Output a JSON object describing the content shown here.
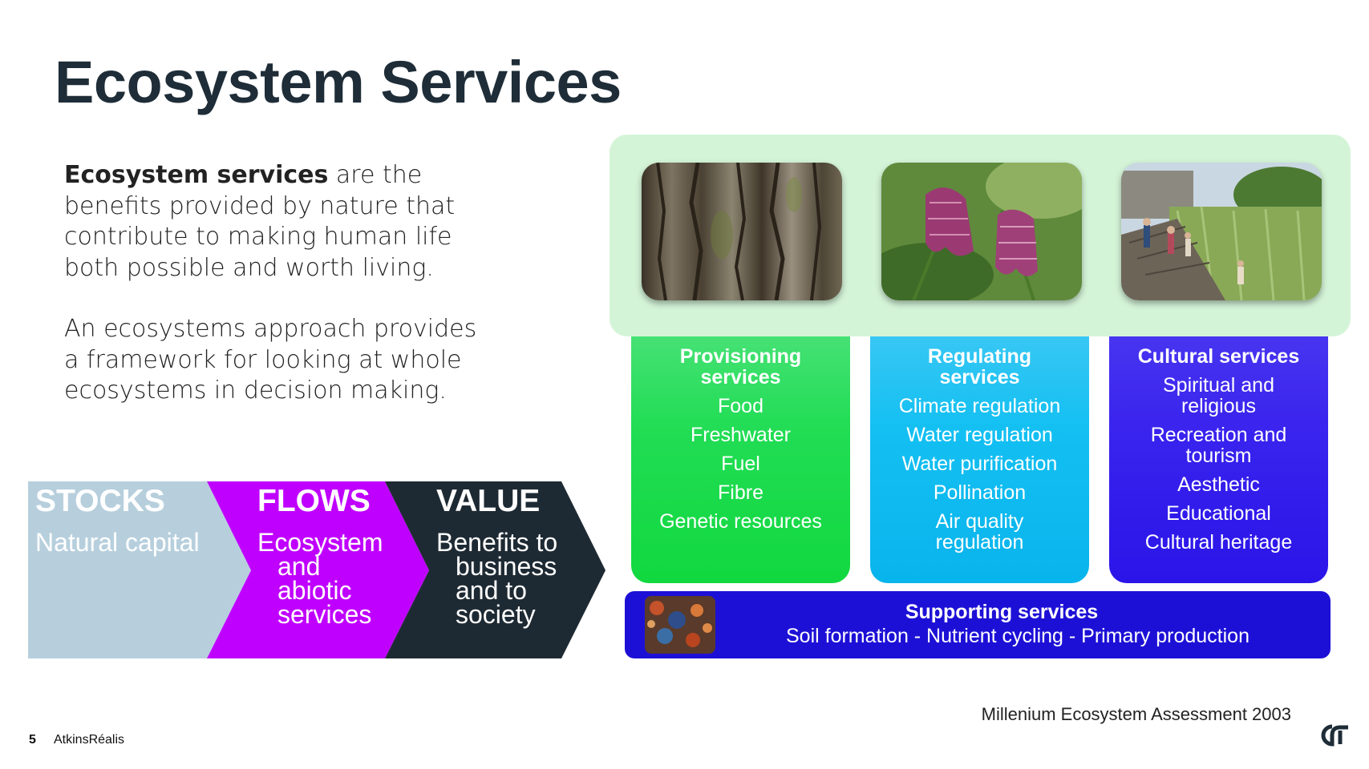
{
  "slide": {
    "title": "Ecosystem Services",
    "intro": {
      "term": "Ecosystem services",
      "definition_rest": " are the benefits provided by nature that contribute to making human life both possible and worth living.",
      "paragraph2": "An ecosystems approach provides a framework for looking at whole ecosystems in decision making."
    },
    "chevrons": [
      {
        "heading": "STOCKS",
        "text": "Natural capital",
        "color": "#b7cfdd"
      },
      {
        "heading": "FLOWS",
        "text_line1": "Ecosystem",
        "text_line2": "and",
        "text_line3": "abiotic",
        "text_line4": "services",
        "color": "#c000ff"
      },
      {
        "heading": "VALUE",
        "text_line1": "Benefits to",
        "text_line2": "business",
        "text_line3": "and to",
        "text_line4": "society",
        "color": "#1e2a33"
      }
    ],
    "services": [
      {
        "title_line1": "Provisioning",
        "title_line2": "services",
        "items": [
          "Food",
          "Freshwater",
          "Fuel",
          "Fibre",
          "Genetic resources"
        ],
        "color": "#22dd55"
      },
      {
        "title_line1": "Regulating",
        "title_line2": "services",
        "items": [
          "Climate regulation",
          "Water regulation",
          "Water purification",
          "Pollination",
          "Air quality",
          "regulation"
        ],
        "color": "#14c0f2"
      },
      {
        "title_line1": "Cultural services",
        "items": [
          "Spiritual and",
          "religious",
          "Recreation and",
          "tourism",
          "Aesthetic",
          "Educational",
          "Cultural heritage"
        ],
        "color": "#3a24ee"
      }
    ],
    "supporting": {
      "title": "Supporting services",
      "text": "Soil formation - Nutrient cycling - Primary production"
    },
    "citation": "Millenium Ecosystem Assessment 2003",
    "footer": {
      "page": "5",
      "brand": "AtkinsRéalis"
    }
  },
  "icons": [
    "tree-bark-photo",
    "fritillary-flower-photo",
    "boardwalk-people-photo",
    "soil-texture-photo",
    "atkinsrealis-logo-icon"
  ]
}
